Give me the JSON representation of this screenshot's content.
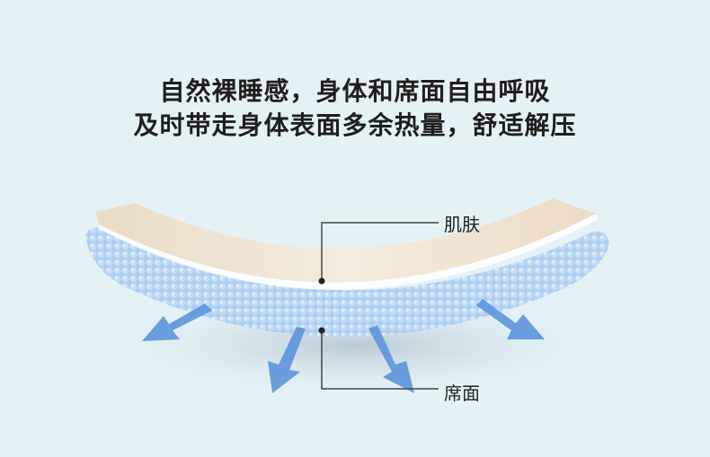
{
  "headline": {
    "line1": "自然裸睡感，身体和席面自由呼吸",
    "line2": "及时带走身体表面多余热量，舒适解压"
  },
  "labels": {
    "skin": "肌肤",
    "mat_surface": "席面"
  },
  "colors": {
    "background": "#e4f2f6",
    "skin": "#efe2cf",
    "beads": "#9cc4ee",
    "arrow": "#5b93dc",
    "leader": "#444444"
  }
}
